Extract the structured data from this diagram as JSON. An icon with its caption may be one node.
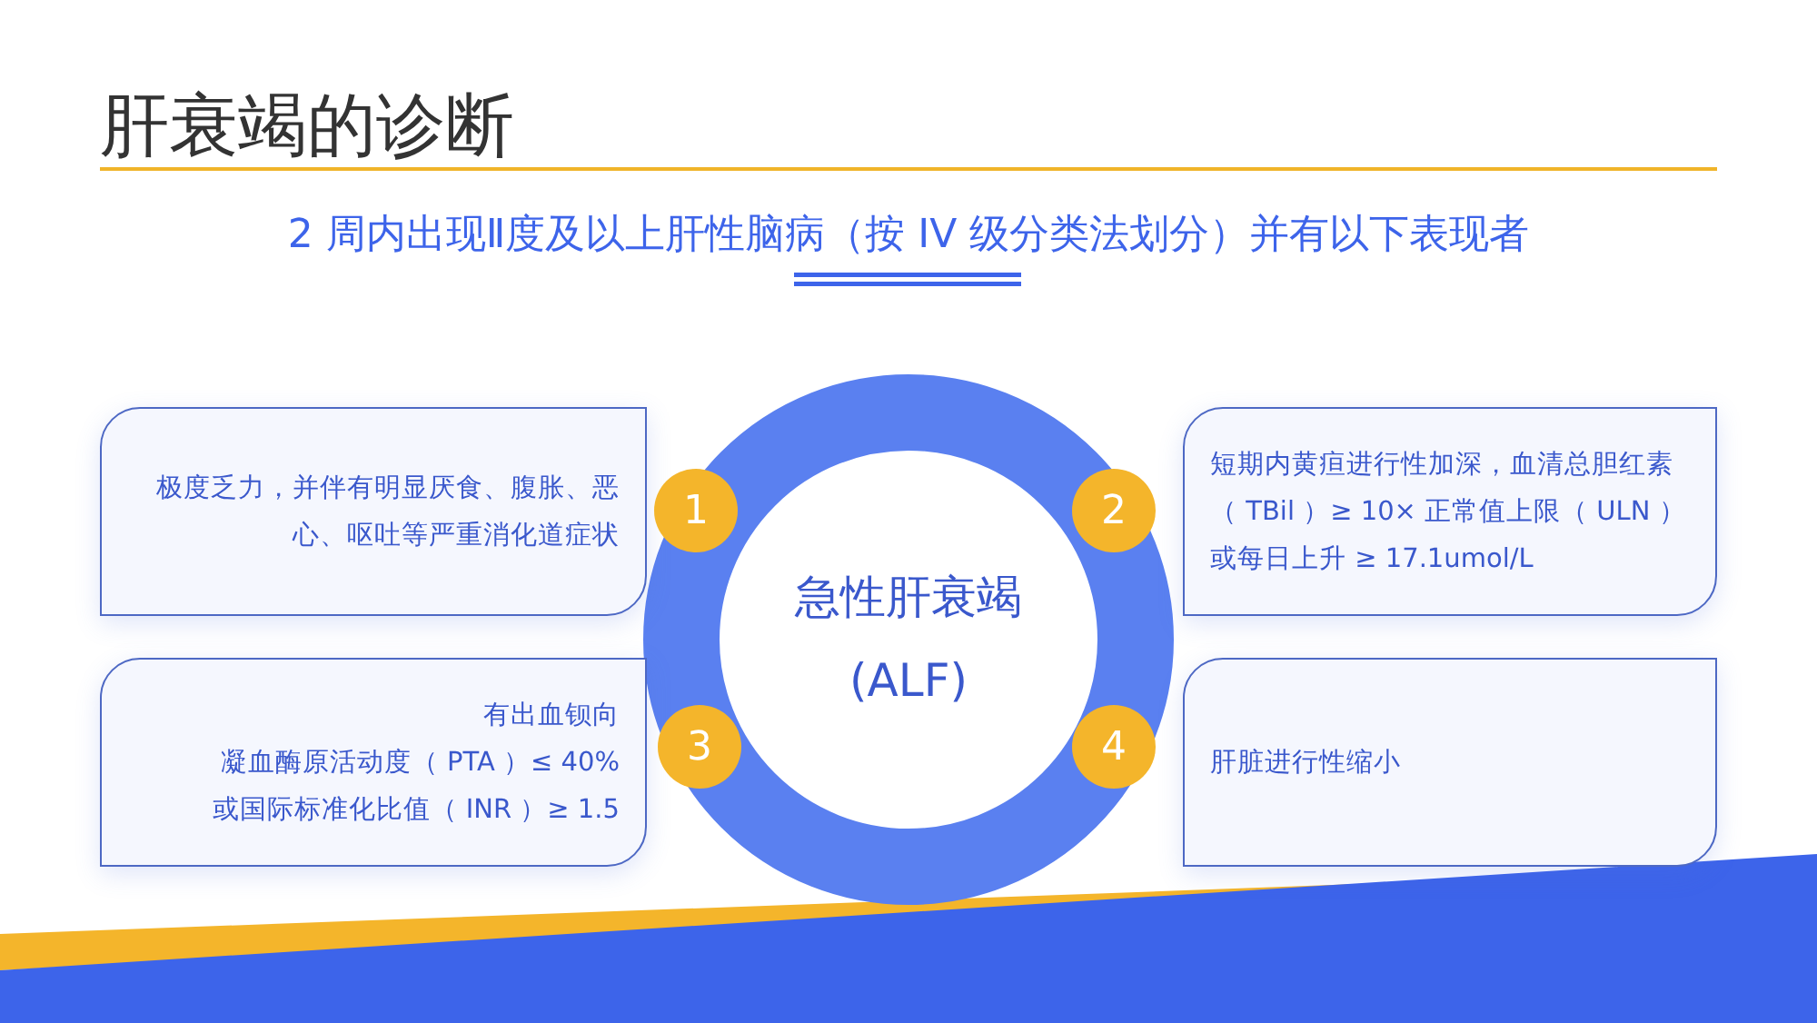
{
  "diagram": {
    "title": "肝衰竭的诊断",
    "nodes": [
      {
        "text": [
          "急性肝衰竭 (ALF)"
        ]
      },
      {
        "text": [
          "极度乏力，并伴有明显厌食、腹胀、恶心、呕吐等严重消化道症状"
        ]
      },
      {
        "text": [
          "1"
        ]
      },
      {
        "text": [
          "2"
        ]
      },
      {
        "text": [
          "短期内黄疸进行性加深，血清总胆红素（ TBil ）≥ 10× 正常值上限（ ULN ）或每日上升 ≥ 17.1umol/L"
        ]
      },
      {
        "text": [
          "有出血钡向",
          "凝血酶原活动度（ PTA ）≤ 40%",
          "或国际标准化比值（ INR ）≥ 1.5"
        ]
      },
      {
        "text": [
          "3"
        ]
      },
      {
        "text": [
          "4"
        ]
      },
      {
        "text": [
          "肝脏进行性缩小"
        ]
      }
    ],
    "edges": [],
    "labels": [
      "2 周内出现Ⅱ度及以上肝性脑病（按 IV 级分类法划分）并有以下表现者"
    ]
  }
}
